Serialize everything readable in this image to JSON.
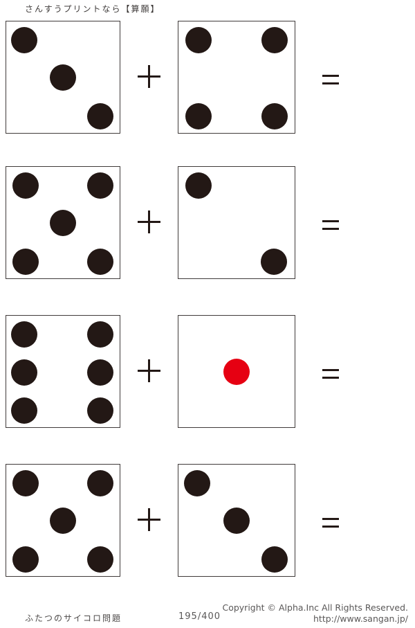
{
  "header": {
    "title": "さんすうプリントなら【算願】"
  },
  "footer": {
    "worksheet_title": "ふたつのサイコロ問題",
    "page_number": "195/400",
    "copyright": "Copyright ©  Alpha.Inc All Rights Reserved.",
    "url": "http://www.sangan.jp/"
  },
  "colors": {
    "dot": "#231815",
    "red": "#e60012",
    "die_border": "#3f3a39",
    "operator": "#231815",
    "footer_text": "#595757",
    "header_text": "#3e3a39"
  },
  "dot_layouts": {
    "1": [
      [
        50,
        50
      ]
    ],
    "2": [
      [
        17,
        17
      ],
      [
        82,
        85
      ]
    ],
    "3": [
      [
        16,
        17
      ],
      [
        50,
        50
      ],
      [
        83,
        85
      ]
    ],
    "4": [
      [
        17,
        17
      ],
      [
        83,
        17
      ],
      [
        17,
        85
      ],
      [
        83,
        85
      ]
    ],
    "5": [
      [
        17,
        17
      ],
      [
        83,
        17
      ],
      [
        50,
        50
      ],
      [
        17,
        85
      ],
      [
        83,
        85
      ]
    ],
    "6": [
      [
        16,
        17
      ],
      [
        83,
        17
      ],
      [
        16,
        51
      ],
      [
        83,
        51
      ],
      [
        16,
        85
      ],
      [
        83,
        85
      ]
    ]
  },
  "problems": [
    {
      "left_value": 3,
      "left_dot_color": "dot",
      "operator": "+",
      "right_value": 4,
      "right_dot_color": "dot",
      "result_symbol": "="
    },
    {
      "left_value": 5,
      "left_dot_color": "dot",
      "operator": "+",
      "right_value": 2,
      "right_dot_color": "dot",
      "result_symbol": "="
    },
    {
      "left_value": 6,
      "left_dot_color": "dot",
      "operator": "+",
      "right_value": 1,
      "right_dot_color": "red",
      "result_symbol": "="
    },
    {
      "left_value": 5,
      "left_dot_color": "dot",
      "operator": "+",
      "right_value": 3,
      "right_dot_color": "dot",
      "result_symbol": "="
    }
  ]
}
